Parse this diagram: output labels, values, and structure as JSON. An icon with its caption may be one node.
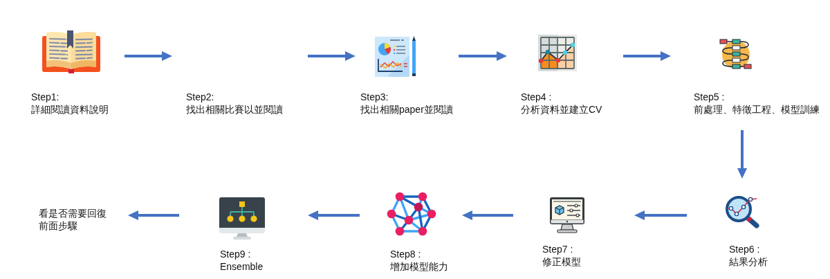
{
  "diagram": {
    "nodes": [
      {
        "text": [
          "Step1:",
          "詳細閱讀資料說明"
        ]
      },
      {
        "text": [
          "Step2:",
          "找出相關比賽以並閱讀"
        ]
      },
      {
        "text": [
          "Step3:",
          "找出相關paper並閱讀"
        ]
      },
      {
        "text": [
          "Step4 :",
          "分析資料並建立CV"
        ]
      },
      {
        "text": [
          "Step5 :",
          "前處理、特徵工程、模型訓練"
        ]
      },
      {
        "text": [
          "Step6 :",
          "結果分析"
        ]
      },
      {
        "text": [
          "Step7 :",
          "修正模型"
        ]
      },
      {
        "text": [
          "Step8 :",
          "增加模型能力"
        ]
      },
      {
        "text": [
          "Step9 :",
          "Ensemble"
        ]
      },
      {
        "text": [
          "看是否需要回復前面步驟"
        ]
      }
    ],
    "edges": [
      {
        "from": 0,
        "to": 1,
        "arrow": "to"
      },
      {
        "from": 1,
        "to": 2,
        "arrow": "to"
      },
      {
        "from": 2,
        "to": 3,
        "arrow": "to"
      },
      {
        "from": 3,
        "to": 4,
        "arrow": "to"
      },
      {
        "from": 4,
        "to": 5,
        "arrow": "to"
      },
      {
        "from": 5,
        "to": 6,
        "arrow": "to"
      },
      {
        "from": 6,
        "to": 7,
        "arrow": "to"
      },
      {
        "from": 7,
        "to": 8,
        "arrow": "to"
      },
      {
        "from": 8,
        "to": 9,
        "arrow": "to"
      }
    ]
  }
}
